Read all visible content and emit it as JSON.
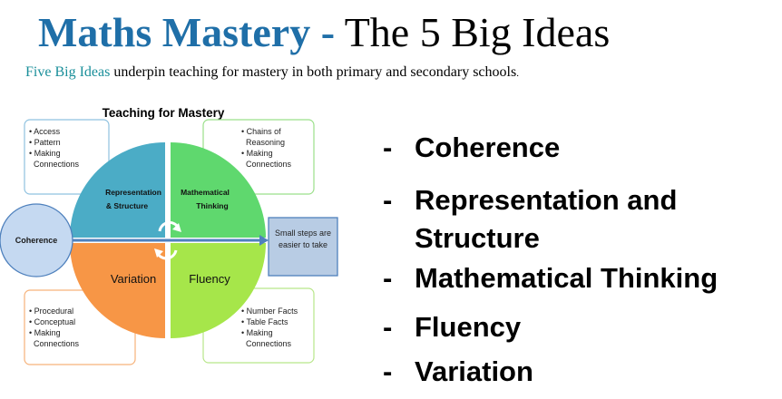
{
  "title": {
    "accent": "Maths Mastery -",
    "rest": "The 5 Big Ideas"
  },
  "subtitle": {
    "highlight": "Five Big Ideas",
    "text": " underpin teaching for mastery in both primary and secondary schools",
    "end": "."
  },
  "diagram": {
    "heading": "Teaching for Mastery",
    "quadrants": {
      "representation": [
        "Representation",
        "& Structure"
      ],
      "thinking": [
        "Mathematical",
        "Thinking"
      ],
      "variation": "Variation",
      "fluency": "Fluency"
    },
    "coherence": "Coherence",
    "small_steps": [
      "Small steps are",
      "easier to take"
    ],
    "boxes": {
      "top_left": [
        "• Access",
        "• Pattern",
        "• Making",
        "  Connections"
      ],
      "top_right": [
        "• Chains of",
        "  Reasoning",
        "• Making",
        "  Connections"
      ],
      "bottom_left": [
        "• Procedural",
        "• Conceptual",
        "• Making",
        "  Connections"
      ],
      "bottom_right": [
        "• Number Facts",
        "• Table Facts",
        "• Making",
        "  Connections"
      ]
    },
    "colors": {
      "representation": "#4bacc6",
      "thinking": "#5fd86e",
      "variation": "#f79646",
      "fluency": "#a6e64a",
      "coherence": "#c5d9f1",
      "small_steps": "#b8cce4"
    }
  },
  "big_ideas": {
    "bullet": "-",
    "items": [
      "Coherence",
      "Representation and",
      "Structure",
      "Mathematical Thinking",
      "Fluency",
      "Variation"
    ]
  }
}
